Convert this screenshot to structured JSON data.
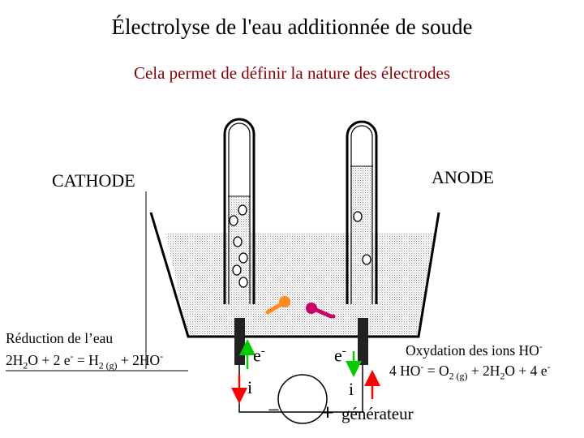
{
  "title": "Électrolyse de l'eau additionnée de soude",
  "subtitle": "Cela permet de définir la nature des électrodes",
  "labels": {
    "cathode": "CATHODE",
    "anode": "ANODE",
    "electron_left": "e",
    "electron_right": "e",
    "electron_charge": "-",
    "current_left": "i",
    "current_right": "i",
    "minus": "−",
    "plus": "+",
    "generator": "générateur"
  },
  "reduction": {
    "title": "Réduction de l’eau",
    "eq": {
      "a": "2H",
      "a_sub": "2",
      "b": "O + 2 e",
      "b_sup": "-",
      "c": " = H",
      "c_sub": "2 (g)",
      "d": " + 2HO",
      "d_sup": "-"
    }
  },
  "oxidation": {
    "title": "Oxydation des ions HO",
    "title_sup": "-",
    "eq": {
      "a": "4 HO",
      "a_sup": "-",
      "b": " = O",
      "b_sub": "2 (g)",
      "c": " + 2H",
      "c_sub": "2",
      "d": "O + 4 e",
      "d_sup": "-"
    }
  },
  "colors": {
    "text": "#000000",
    "subtitle": "#8b0000",
    "current_arrow": "#ff0000",
    "electron_arrow": "#00cc00",
    "cation": "#ff8c1a",
    "anion": "#cc0066",
    "solution_dots": "#9a9a9a"
  }
}
